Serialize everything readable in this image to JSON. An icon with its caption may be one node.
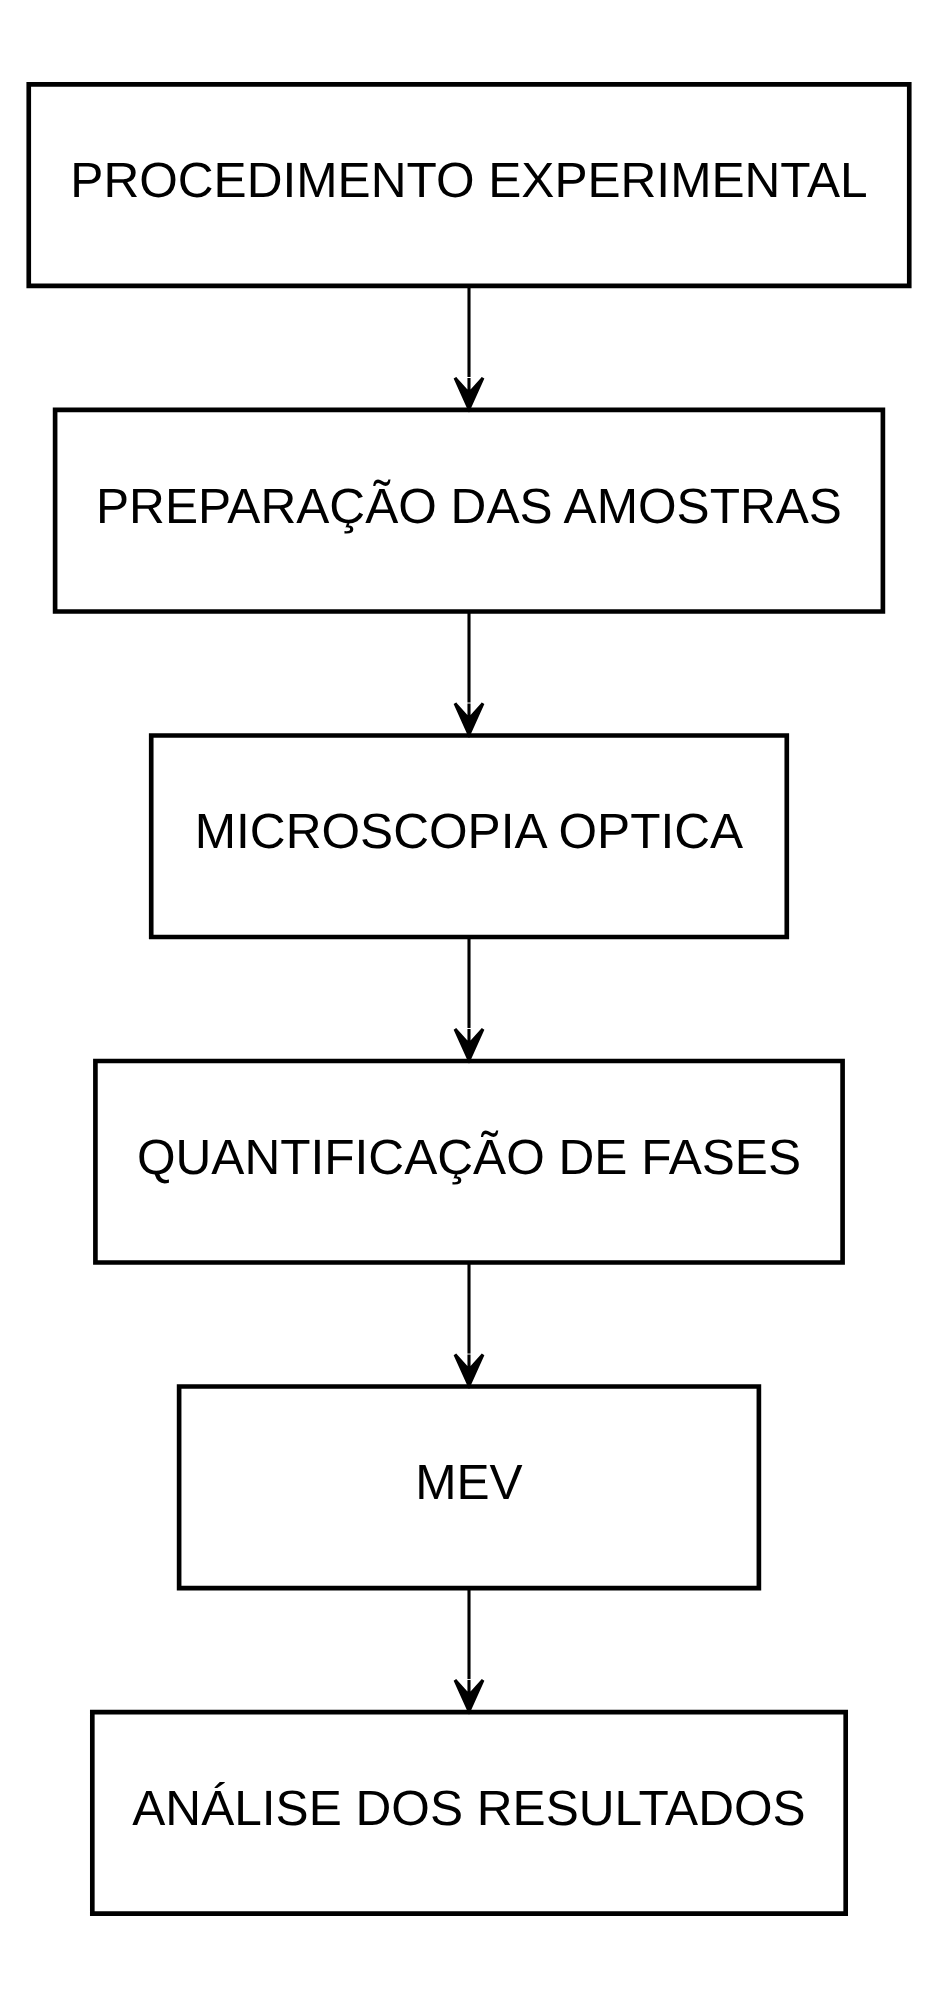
{
  "diagram": {
    "nodes": [
      {
        "text": [
          "PROCEDIMENTO EXPERIMENTAL"
        ]
      },
      {
        "text": [
          "PREPARAÇÃO DAS AMOSTRAS"
        ]
      },
      {
        "text": [
          "MICROSCOPIA OPTICA"
        ]
      },
      {
        "text": [
          "QUANTIFICAÇÃO DE FASES"
        ]
      },
      {
        "text": [
          "MEV"
        ]
      },
      {
        "text": [
          "ANÁLISE DOS RESULTADOS"
        ]
      }
    ],
    "edges": [
      {
        "from": 0,
        "to": 1,
        "arrow": "to"
      },
      {
        "from": 1,
        "to": 2,
        "arrow": "to"
      },
      {
        "from": 2,
        "to": 3,
        "arrow": "to"
      },
      {
        "from": 3,
        "to": 4,
        "arrow": "to"
      },
      {
        "from": 4,
        "to": 5,
        "arrow": "to"
      }
    ]
  }
}
